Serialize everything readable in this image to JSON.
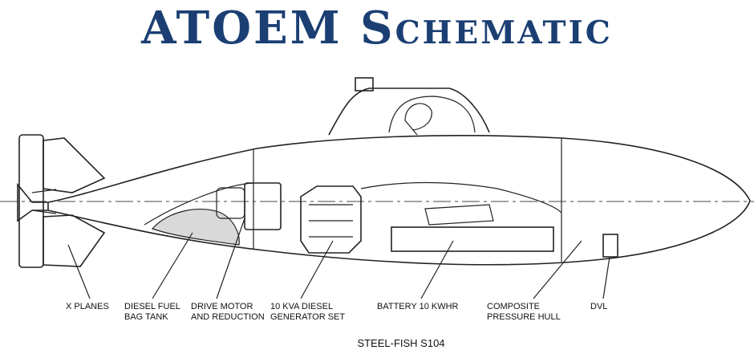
{
  "title": "ATOEM Schematic",
  "title_color": "#1b3f73",
  "labels": {
    "x_planes": "X PLANES",
    "diesel_fuel": [
      "DIESEL FUEL",
      "BAG TANK"
    ],
    "drive_motor": [
      "DRIVE MOTOR",
      "AND REDUCTION"
    ],
    "generator": [
      "10 KVA DIESEL",
      "GENERATOR SET"
    ],
    "battery": "BATTERY 10 KWHR",
    "hull": [
      "COMPOSITE",
      "PRESSURE HULL"
    ],
    "dvl": "DVL"
  },
  "caption": "STEEL-FISH S104",
  "colors": {
    "line": "#222222",
    "tank_fill": "#d9d9d9"
  }
}
